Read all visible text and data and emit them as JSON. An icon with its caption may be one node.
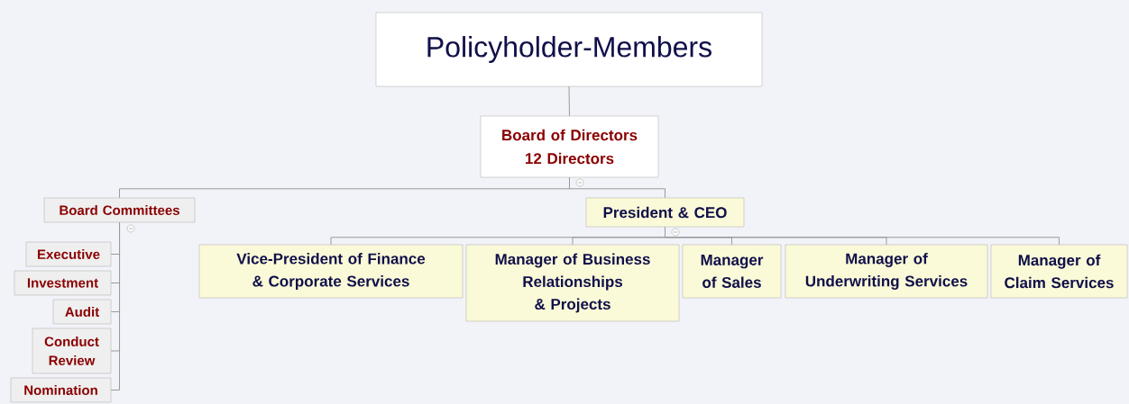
{
  "diagram": {
    "nodes": [
      {
        "text": [
          "Policyholder-Members"
        ]
      },
      {
        "text": [
          "Board of Directors",
          "12 Directors"
        ]
      },
      {
        "text": [
          "Board Committees"
        ]
      },
      {
        "text": [
          "President & CEO"
        ]
      },
      {
        "text": [
          "Vice-President of Finance & Corporate Services"
        ]
      },
      {
        "text": [
          "Manager of Business Relationships & Projects"
        ]
      },
      {
        "text": [
          "Manager of Sales"
        ]
      },
      {
        "text": [
          "Manager of Underwriting Services"
        ]
      },
      {
        "text": [
          "Manager of Claim Services"
        ]
      },
      {
        "text": [
          "Executive"
        ]
      },
      {
        "text": [
          "Investment"
        ]
      },
      {
        "text": [
          "Audit"
        ]
      },
      {
        "text": [
          "Conduct Review"
        ]
      },
      {
        "text": [
          "Nomination"
        ]
      }
    ],
    "edges": [
      {
        "from": 0,
        "to": 1,
        "arrow": "none"
      },
      {
        "from": 1,
        "to": 2,
        "arrow": "none"
      },
      {
        "from": 1,
        "to": 3,
        "arrow": "none"
      },
      {
        "from": 3,
        "to": 4,
        "arrow": "none"
      },
      {
        "from": 3,
        "to": 5,
        "arrow": "none"
      },
      {
        "from": 3,
        "to": 6,
        "arrow": "none"
      },
      {
        "from": 3,
        "to": 7,
        "arrow": "none"
      },
      {
        "from": 3,
        "to": 8,
        "arrow": "none"
      },
      {
        "from": 2,
        "to": 9,
        "arrow": "none"
      },
      {
        "from": 2,
        "to": 10,
        "arrow": "none"
      },
      {
        "from": 2,
        "to": 11,
        "arrow": "none"
      },
      {
        "from": 2,
        "to": 12,
        "arrow": "none"
      },
      {
        "from": 2,
        "to": 13,
        "arrow": "none"
      }
    ]
  }
}
